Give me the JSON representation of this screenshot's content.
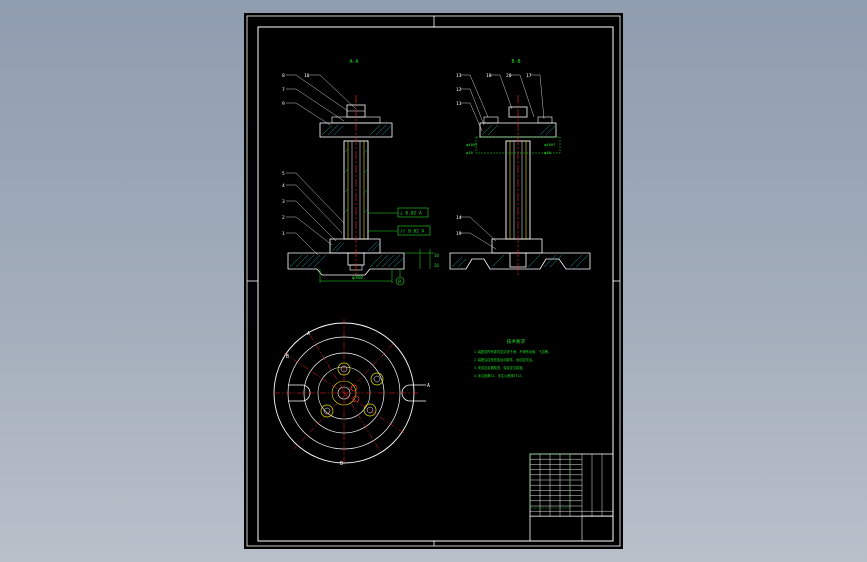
{
  "drawing": {
    "colors": {
      "sheet": "#000000",
      "frame": "#ffffff",
      "outline": "#ffffff",
      "hatch": "#00b4b4",
      "thread": "#e6e600",
      "centerline": "#ff2020",
      "annotation": "#22dd22",
      "marker": "#ff4040"
    },
    "views": {
      "left_section_title": "A-A",
      "right_section_title": "B-B"
    },
    "left_view": {
      "balloons": [
        "8",
        "10",
        "7",
        "9",
        "5",
        "4",
        "3",
        "2",
        "1"
      ],
      "dimension_text": "φ160",
      "tolerance_frames": [
        "⊥ 0.02 A",
        "// 0.02 A"
      ],
      "datum_label": "B"
    },
    "right_view": {
      "balloons": [
        "13",
        "18",
        "20",
        "17",
        "12",
        "11",
        "14",
        "19"
      ],
      "fit_labels": [
        "φ40H7",
        "φ40H7",
        "φ30",
        "φ30"
      ]
    },
    "plan_view": {
      "section_marks": [
        "A",
        "A",
        "B",
        "B"
      ]
    },
    "notes": {
      "title": "技术要求",
      "lines": [
        "1.装配前所有零件应清洗干净，不得有毛刺、飞边等。",
        "2.装配后应检查各运动部件，运动应灵活。",
        "3.夹具应定期检查，保证定位精度。",
        "4.未注倒角C1，未注公差按IT12。"
      ]
    },
    "title_block": {
      "rows": [
        [
          "",
          "",
          "",
          "",
          "",
          ""
        ],
        [
          "",
          "",
          "",
          "",
          "",
          ""
        ],
        [
          "",
          "",
          "",
          "",
          "",
          ""
        ],
        [
          "",
          "",
          "",
          "",
          "",
          ""
        ],
        [
          "",
          "",
          "",
          "",
          "",
          ""
        ]
      ]
    }
  }
}
